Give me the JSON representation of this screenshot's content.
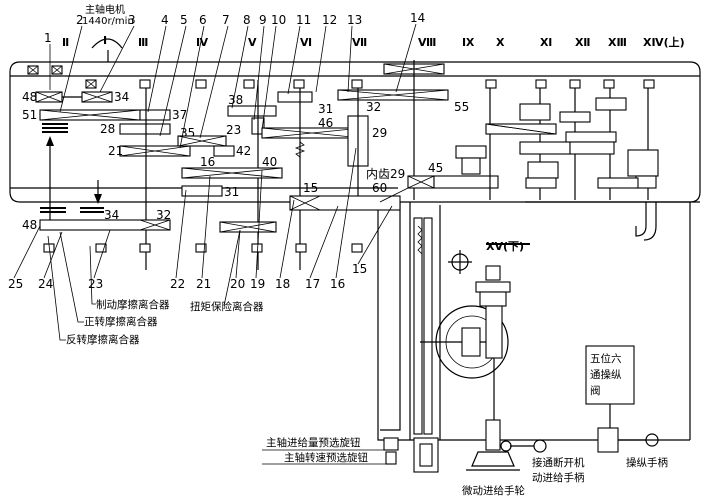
{
  "motor": {
    "line1": "主轴电机",
    "line2": "1440r/min"
  },
  "shafts": [
    {
      "id": "I",
      "label": "Ⅰ"
    },
    {
      "id": "II",
      "label": "Ⅱ"
    },
    {
      "id": "III",
      "label": "Ⅲ"
    },
    {
      "id": "IV",
      "label": "Ⅳ"
    },
    {
      "id": "V",
      "label": "Ⅴ"
    },
    {
      "id": "VI",
      "label": "Ⅵ"
    },
    {
      "id": "VII",
      "label": "Ⅶ"
    },
    {
      "id": "VIII",
      "label": "Ⅷ"
    },
    {
      "id": "IX",
      "label": "Ⅸ"
    },
    {
      "id": "X",
      "label": "Ⅹ"
    },
    {
      "id": "XI",
      "label": "Ⅺ"
    },
    {
      "id": "XII",
      "label": "Ⅻ"
    },
    {
      "id": "XIII",
      "label": "ⅩⅢ"
    },
    {
      "id": "XIV",
      "label": "ⅩⅣ(上)"
    },
    {
      "id": "XV",
      "label": "ⅩⅤ(下)"
    }
  ],
  "part_numbers": [
    "1",
    "2",
    "3",
    "4",
    "5",
    "6",
    "7",
    "8",
    "9",
    "10",
    "11",
    "12",
    "13",
    "14",
    "15",
    "16",
    "17",
    "18",
    "19",
    "20",
    "21",
    "22",
    "23",
    "24",
    "25"
  ],
  "tooth_counts": {
    "g48a": "48",
    "g34a": "34",
    "g51": "51",
    "g28": "28",
    "g35": "35",
    "g37": "37",
    "g21a": "21",
    "g16": "16",
    "g42": "42",
    "g38": "38",
    "g23a": "23",
    "g31a": "31",
    "g32a": "32",
    "g55": "55",
    "g46": "46",
    "g29": "29",
    "g40": "40",
    "g31b": "31",
    "g15": "15",
    "g60": "60",
    "g45": "45",
    "g48b": "48",
    "g34b": "34",
    "g32b": "32",
    "inner29": "内齿29"
  },
  "callouts": {
    "brake_clutch": "制动摩擦离合器",
    "forward_clutch": "正转摩擦离合器",
    "reverse_clutch": "反转摩擦离合器",
    "torque_clutch": "扭矩保险离合器",
    "feed_knob": "主轴进给量预选旋钮",
    "speed_knob": "主轴转速预选旋钮",
    "micro_wheel": "微动进给手轮",
    "feed_handle_1": "接通断开机",
    "feed_handle_2": "动进给手柄",
    "operating_handle": "操纵手柄",
    "valve_1": "五位六",
    "valve_2": "通操纵",
    "valve_3": "阀"
  }
}
